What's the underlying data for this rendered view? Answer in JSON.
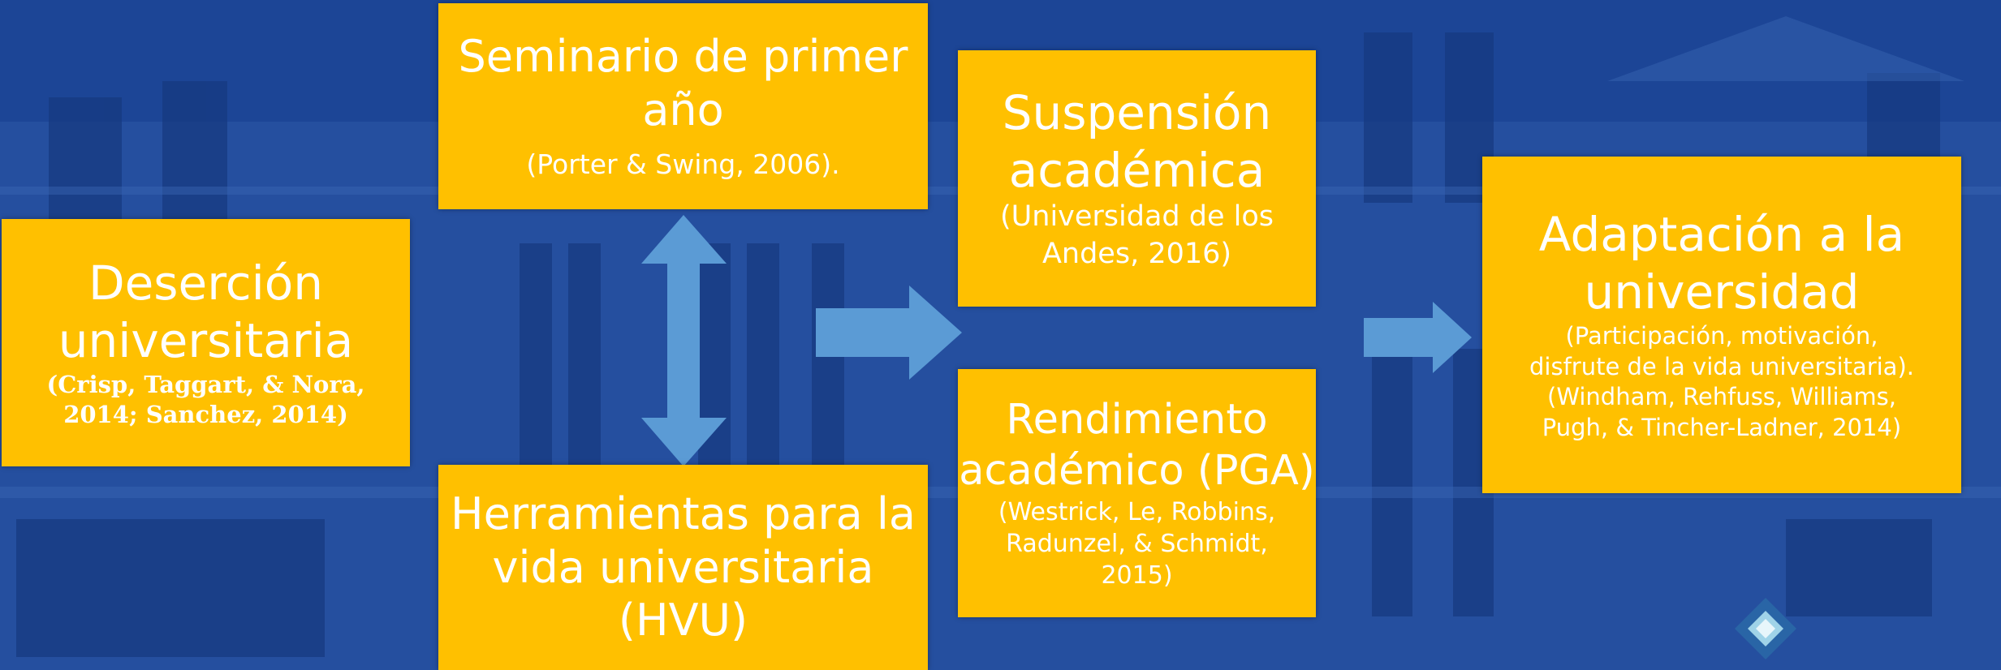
{
  "colors": {
    "background": "#1c4596",
    "box": "#ffc000",
    "text": "#ffffff",
    "arrow": "#5b9bd5"
  },
  "boxes": {
    "desercion": {
      "title": [
        "Deserción",
        "universitaria"
      ],
      "citation": [
        "(Crisp, Taggart, & Nora,",
        "2014;  Sanchez, 2014)"
      ]
    },
    "seminario": {
      "title": [
        "Seminario de primer",
        "año"
      ],
      "citation": [
        "(Porter & Swing, 2006)."
      ]
    },
    "herramientas": {
      "title": [
        "Herramientas para la",
        "vida universitaria",
        "(HVU)"
      ]
    },
    "suspension": {
      "title": [
        "Suspensión",
        "académica"
      ],
      "citation": [
        "(Universidad de los",
        "Andes, 2016)"
      ]
    },
    "rendimiento": {
      "title": [
        "Rendimiento",
        "académico (PGA)"
      ],
      "citation": [
        "(Westrick, Le, Robbins,",
        "Radunzel, & Schmidt,",
        "2015)"
      ]
    },
    "adaptacion": {
      "title": [
        "Adaptación a la",
        "universidad"
      ],
      "citation": [
        "(Participación, motivación,",
        "disfrute de la vida universitaria).",
        "(Windham, Rehfuss, Williams,",
        "Pugh, & Tincher-Ladner, 2014)"
      ]
    }
  },
  "icons": [
    "double-arrow-icon",
    "right-arrow-icon",
    "diamond-logo-icon"
  ]
}
